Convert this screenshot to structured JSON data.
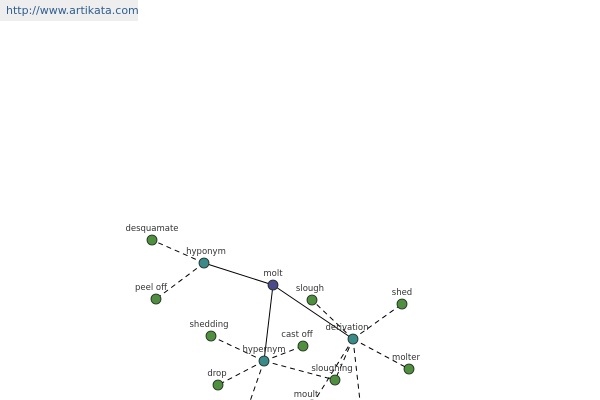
{
  "header": {
    "url": "http://www.artikata.com"
  },
  "diagram": {
    "colors": {
      "root": "#4a4a8c",
      "relation": "#3a8a8a",
      "word": "#4f8f3f",
      "edge": "#000000",
      "node_stroke": "#1e2a1e"
    },
    "nodes": [
      {
        "id": "molt",
        "label": "molt",
        "kind": "root"
      },
      {
        "id": "hyponym",
        "label": "hyponym",
        "kind": "relation"
      },
      {
        "id": "derivation",
        "label": "derivation",
        "kind": "relation"
      },
      {
        "id": "hypernym",
        "label": "hypernym",
        "kind": "relation"
      },
      {
        "id": "desquamate",
        "label": "desquamate",
        "kind": "word"
      },
      {
        "id": "peel_off",
        "label": "peel off",
        "kind": "word"
      },
      {
        "id": "slough",
        "label": "slough",
        "kind": "word"
      },
      {
        "id": "shed",
        "label": "shed",
        "kind": "word"
      },
      {
        "id": "molter",
        "label": "molter",
        "kind": "word"
      },
      {
        "id": "sloughing",
        "label": "sloughing",
        "kind": "word"
      },
      {
        "id": "moult",
        "label": "moult",
        "kind": "word"
      },
      {
        "id": "shedding",
        "label": "shedding",
        "kind": "word"
      },
      {
        "id": "cast_off",
        "label": "cast off",
        "kind": "word"
      },
      {
        "id": "drop",
        "label": "drop",
        "kind": "word"
      }
    ],
    "edges": [
      {
        "from": "molt",
        "to": "hyponym",
        "style": "solid"
      },
      {
        "from": "molt",
        "to": "derivation",
        "style": "solid"
      },
      {
        "from": "molt",
        "to": "hypernym",
        "style": "solid"
      },
      {
        "from": "hyponym",
        "to": "desquamate",
        "style": "dashed"
      },
      {
        "from": "hyponym",
        "to": "peel_off",
        "style": "dashed"
      },
      {
        "from": "derivation",
        "to": "slough",
        "style": "dashed"
      },
      {
        "from": "derivation",
        "to": "shed",
        "style": "dashed"
      },
      {
        "from": "derivation",
        "to": "molter",
        "style": "dashed"
      },
      {
        "from": "derivation",
        "to": "sloughing",
        "style": "dashed"
      },
      {
        "from": "derivation",
        "to": "moult",
        "style": "dashed"
      },
      {
        "from": "derivation",
        "to": "offscreen_a",
        "style": "dashed"
      },
      {
        "from": "hypernym",
        "to": "shedding",
        "style": "dashed"
      },
      {
        "from": "hypernym",
        "to": "cast_off",
        "style": "dashed"
      },
      {
        "from": "hypernym",
        "to": "drop",
        "style": "dashed"
      },
      {
        "from": "hypernym",
        "to": "sloughing",
        "style": "dashed"
      },
      {
        "from": "hypernym",
        "to": "offscreen_b",
        "style": "dashed"
      }
    ]
  }
}
